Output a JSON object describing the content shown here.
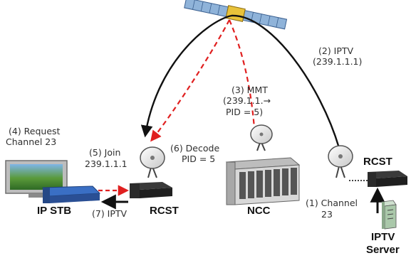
{
  "labels": {
    "step2_line1": "(2) IPTV",
    "step2_line2": "(239.1.1.1)",
    "step3_line1": "(3) MMT",
    "step3_line2": "(239.1.1.→",
    "step3_line3": "PID = 5)",
    "step4_line1": "(4) Request",
    "step4_line2": "Channel 23",
    "step5_line1": "(5) Join",
    "step5_line2": "239.1.1.1",
    "step6_line1": "(6) Decode",
    "step6_line2": "PID = 5",
    "step7": "(7) IPTV",
    "step1_line1": "(1) Channel",
    "step1_line2": "23"
  },
  "devices": {
    "ip_stb": "IP STB",
    "rcst_left": "RCST",
    "ncc": "NCC",
    "rcst_right": "RCST",
    "server_line1": "IPTV",
    "server_line2": "Server"
  },
  "colors": {
    "solid_path": "#111111",
    "dashed_path": "#e02020"
  },
  "icons": {
    "satellite": "satellite-icon",
    "dish": "satellite-dish-icon",
    "tv": "tv-icon",
    "stb": "set-top-box-icon",
    "modem": "rcst-modem-icon",
    "ncc": "ncc-rack-icon",
    "server": "server-icon"
  }
}
